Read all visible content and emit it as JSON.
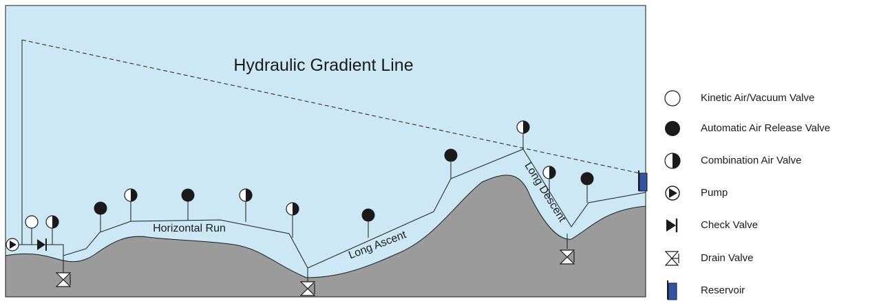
{
  "diagram": {
    "gradient_label": "Hydraulic Gradient Line",
    "section_labels": {
      "horizontal_run": "Horizontal Run",
      "long_ascent": "Long Ascent",
      "long_descent": "Long Descent"
    }
  },
  "legend": {
    "items": [
      {
        "icon": "kinetic-air-vacuum-valve-icon",
        "label": "Kinetic Air/Vacuum Valve"
      },
      {
        "icon": "automatic-air-release-valve-icon",
        "label": "Automatic Air Release Valve"
      },
      {
        "icon": "combination-air-valve-icon",
        "label": "Combination Air Valve"
      },
      {
        "icon": "pump-icon",
        "label": "Pump"
      },
      {
        "icon": "check-valve-icon",
        "label": "Check Valve"
      },
      {
        "icon": "drain-valve-icon",
        "label": "Drain Valve"
      },
      {
        "icon": "reservoir-icon",
        "label": "Reservoir"
      }
    ]
  },
  "colors": {
    "water": "#cde8f5",
    "ground": "#9b9b9b",
    "reservoir": "#2f55a4",
    "line": "#1a1a1a"
  }
}
